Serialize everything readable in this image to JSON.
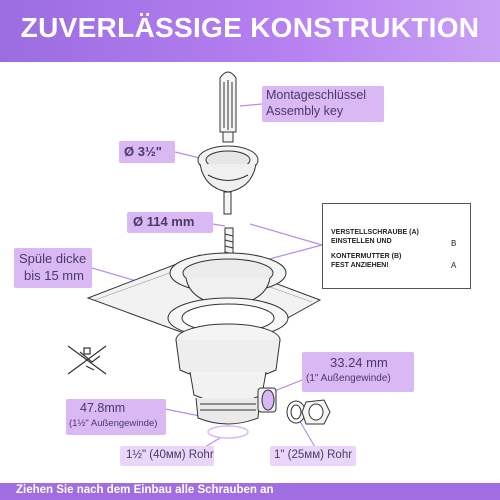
{
  "header": {
    "title": "ZUVERLÄSSIGE KONSTRUKTION"
  },
  "labels": {
    "key_de": "Montageschlüssel",
    "key_en": "Assembly key",
    "strainer_dia": "Ø 3½\"",
    "basket_dia": "Ø 114 mm",
    "sink_thickness_1": "Spüle dicke",
    "sink_thickness_2": "bis 15 mm",
    "outlet_size": "33.24 mm",
    "outlet_thread": "(1\" Außengewinde)",
    "drain_size": "47.8mm",
    "drain_thread": "(1½\" Außengewinde)",
    "pipe_large": "1½\" (40ᴍᴍ) Rohr",
    "pipe_small": "1\" (25ᴍᴍ) Rohr"
  },
  "note": {
    "line1": "VERSTELLSCHRAUBE (A)",
    "line2": "EINSTELLEN UND",
    "line3": "KONTERMUTTER (B)",
    "line4": "FEST ANZIEHEN!",
    "mark_a": "A",
    "mark_b": "B"
  },
  "footer": {
    "text": "Ziehen Sie nach dem Einbau alle Schrauben an"
  },
  "colors": {
    "accent": "#a06ee0",
    "label_pill": "#d9b8f3",
    "label_text": "#4a3a66"
  }
}
